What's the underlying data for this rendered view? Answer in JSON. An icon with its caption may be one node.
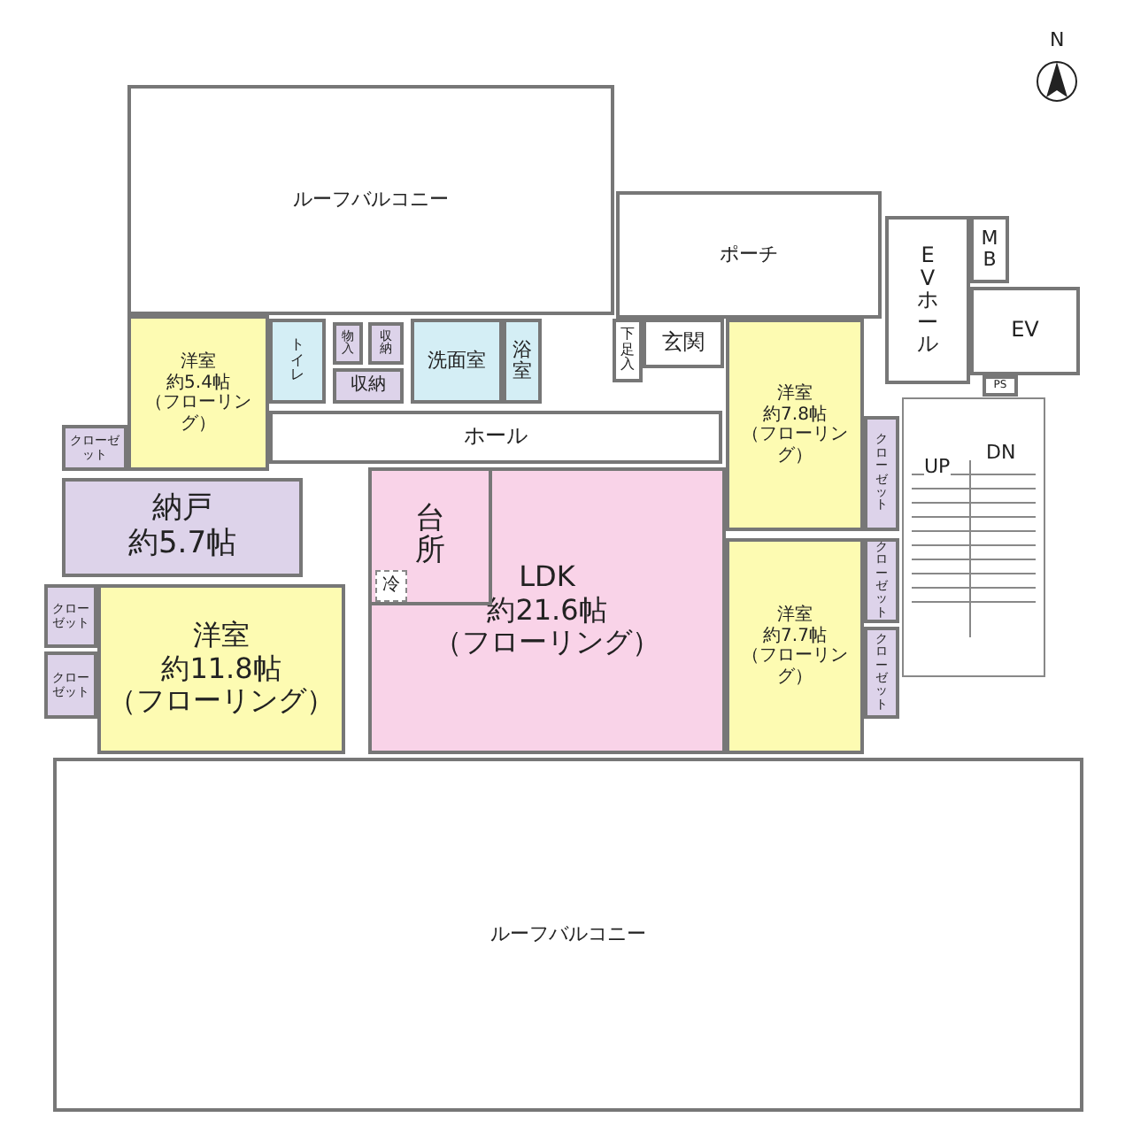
{
  "diagram": {
    "nodes": [
      {
        "text": [
          "ルーフバルコニー"
        ]
      },
      {
        "text": [
          "ポーチ"
        ]
      },
      {
        "text": [
          "EVホール"
        ]
      },
      {
        "text": [
          "MB"
        ]
      },
      {
        "text": [
          "EV"
        ]
      },
      {
        "text": [
          "PS"
        ]
      },
      {
        "text": [
          "洋室",
          "約5.4帖",
          "（フローリング）"
        ]
      },
      {
        "text": [
          "クローゼット"
        ]
      },
      {
        "text": [
          "トイレ"
        ]
      },
      {
        "text": [
          "物入"
        ]
      },
      {
        "text": [
          "収納"
        ]
      },
      {
        "text": [
          "収納"
        ]
      },
      {
        "text": [
          "洗面室"
        ]
      },
      {
        "text": [
          "浴室"
        ]
      },
      {
        "text": [
          "下足入"
        ]
      },
      {
        "text": [
          "玄関"
        ]
      },
      {
        "text": [
          "ホール"
        ]
      },
      {
        "text": [
          "納戸",
          "約5.7帖"
        ]
      },
      {
        "text": [
          "台所"
        ],
        "in": 20
      },
      {
        "text": [
          "冷"
        ],
        "in": 18
      },
      {
        "text": [
          "LDK",
          "約21.6帖",
          "（フローリング）"
        ]
      },
      {
        "text": [
          "洋室",
          "約7.8帖",
          "（フローリング）"
        ]
      },
      {
        "text": [
          "クローゼット"
        ]
      },
      {
        "text": [
          "洋室",
          "約11.8帖",
          "（フローリング）"
        ]
      },
      {
        "text": [
          "クローゼット"
        ]
      },
      {
        "text": [
          "クローゼット"
        ]
      },
      {
        "text": [
          "クローゼット"
        ]
      },
      {
        "text": [
          "洋室",
          "約7.7帖",
          "（フローリング）"
        ]
      },
      {
        "text": [
          "クローゼット"
        ]
      },
      {
        "text": [
          "ルーフバルコニー"
        ]
      }
    ],
    "labels": [
      "N",
      "UP",
      "DN"
    ]
  }
}
